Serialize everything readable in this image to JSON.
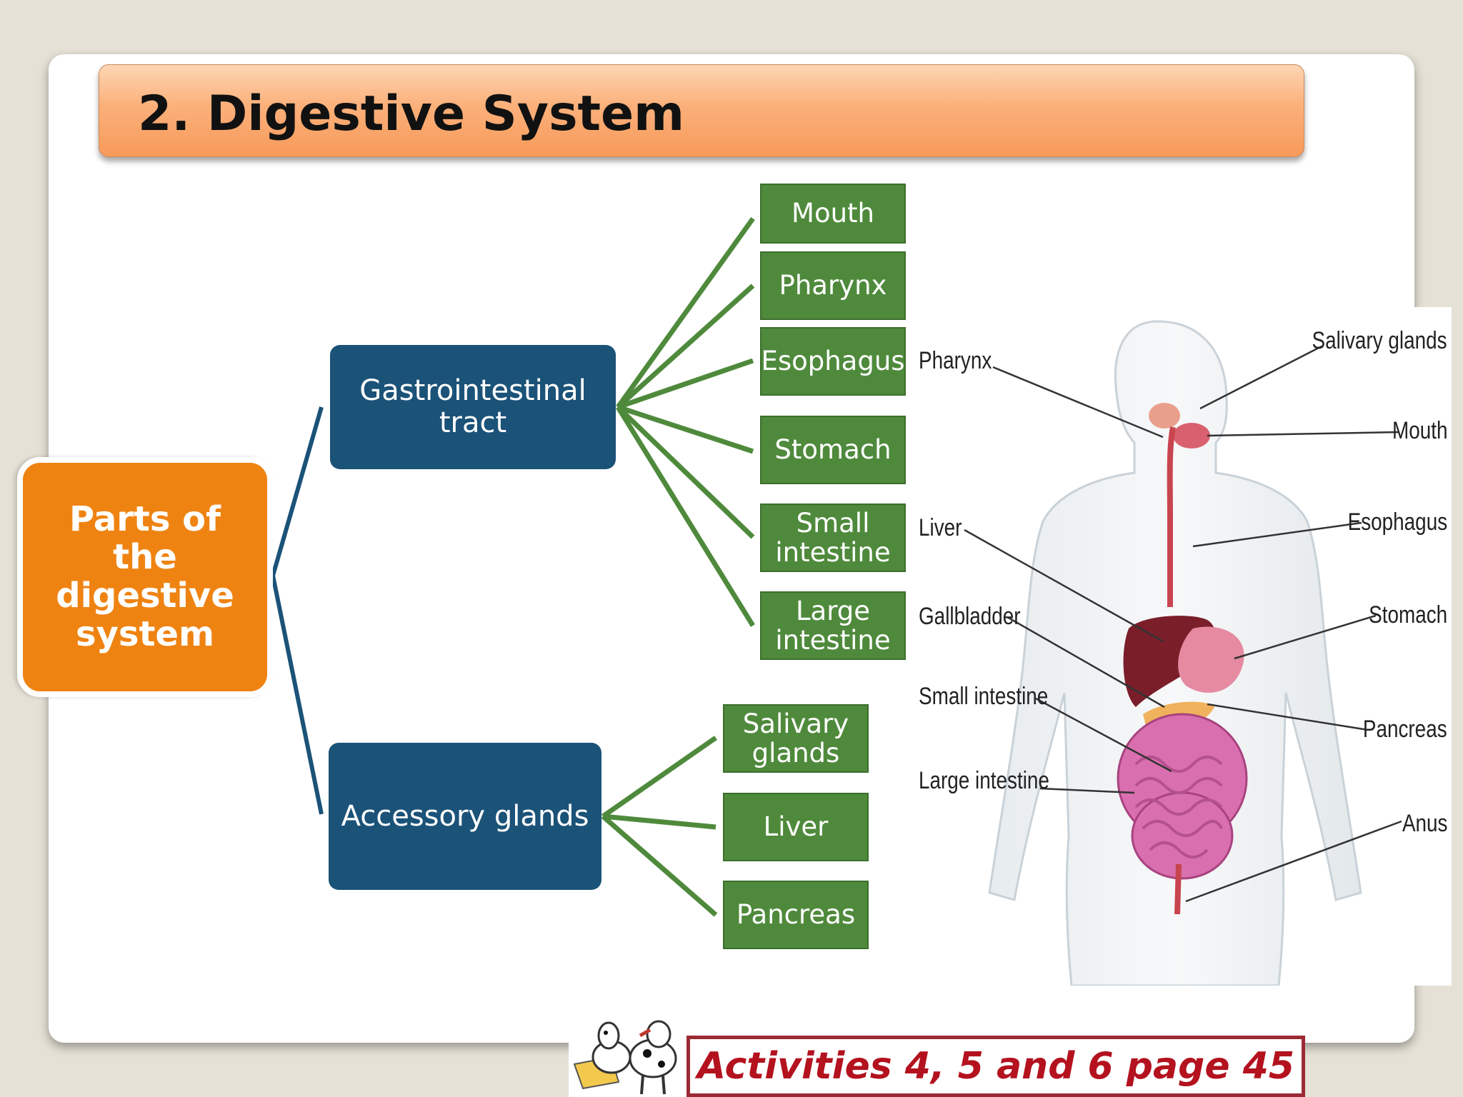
{
  "title": "2. Digestive System",
  "root": "Parts of the digestive system",
  "branches": {
    "gi_tract": "Gastrointestinal tract",
    "accessory": "Accessory glands"
  },
  "gi_items": [
    "Mouth",
    "Pharynx",
    "Esophagus",
    "Stomach",
    "Small intestine",
    "Large intestine"
  ],
  "accessory_items": [
    "Salivary glands",
    "Liver",
    "Pancreas"
  ],
  "illustration_labels": {
    "left": [
      "Pharynx",
      "Liver",
      "Gallbladder",
      "Small intestine",
      "Large intestine"
    ],
    "right": [
      "Salivary glands",
      "Mouth",
      "Esophagus",
      "Stomach",
      "Pancreas",
      "Anus"
    ]
  },
  "footer": "Activities 4, 5 and 6 page 45",
  "colors": {
    "root_box": "#ef8312",
    "branch_box": "#1b5278",
    "leaf_box": "#4f8a3c",
    "title_bar": "#f9a66a",
    "footer_text": "#b3121e"
  }
}
